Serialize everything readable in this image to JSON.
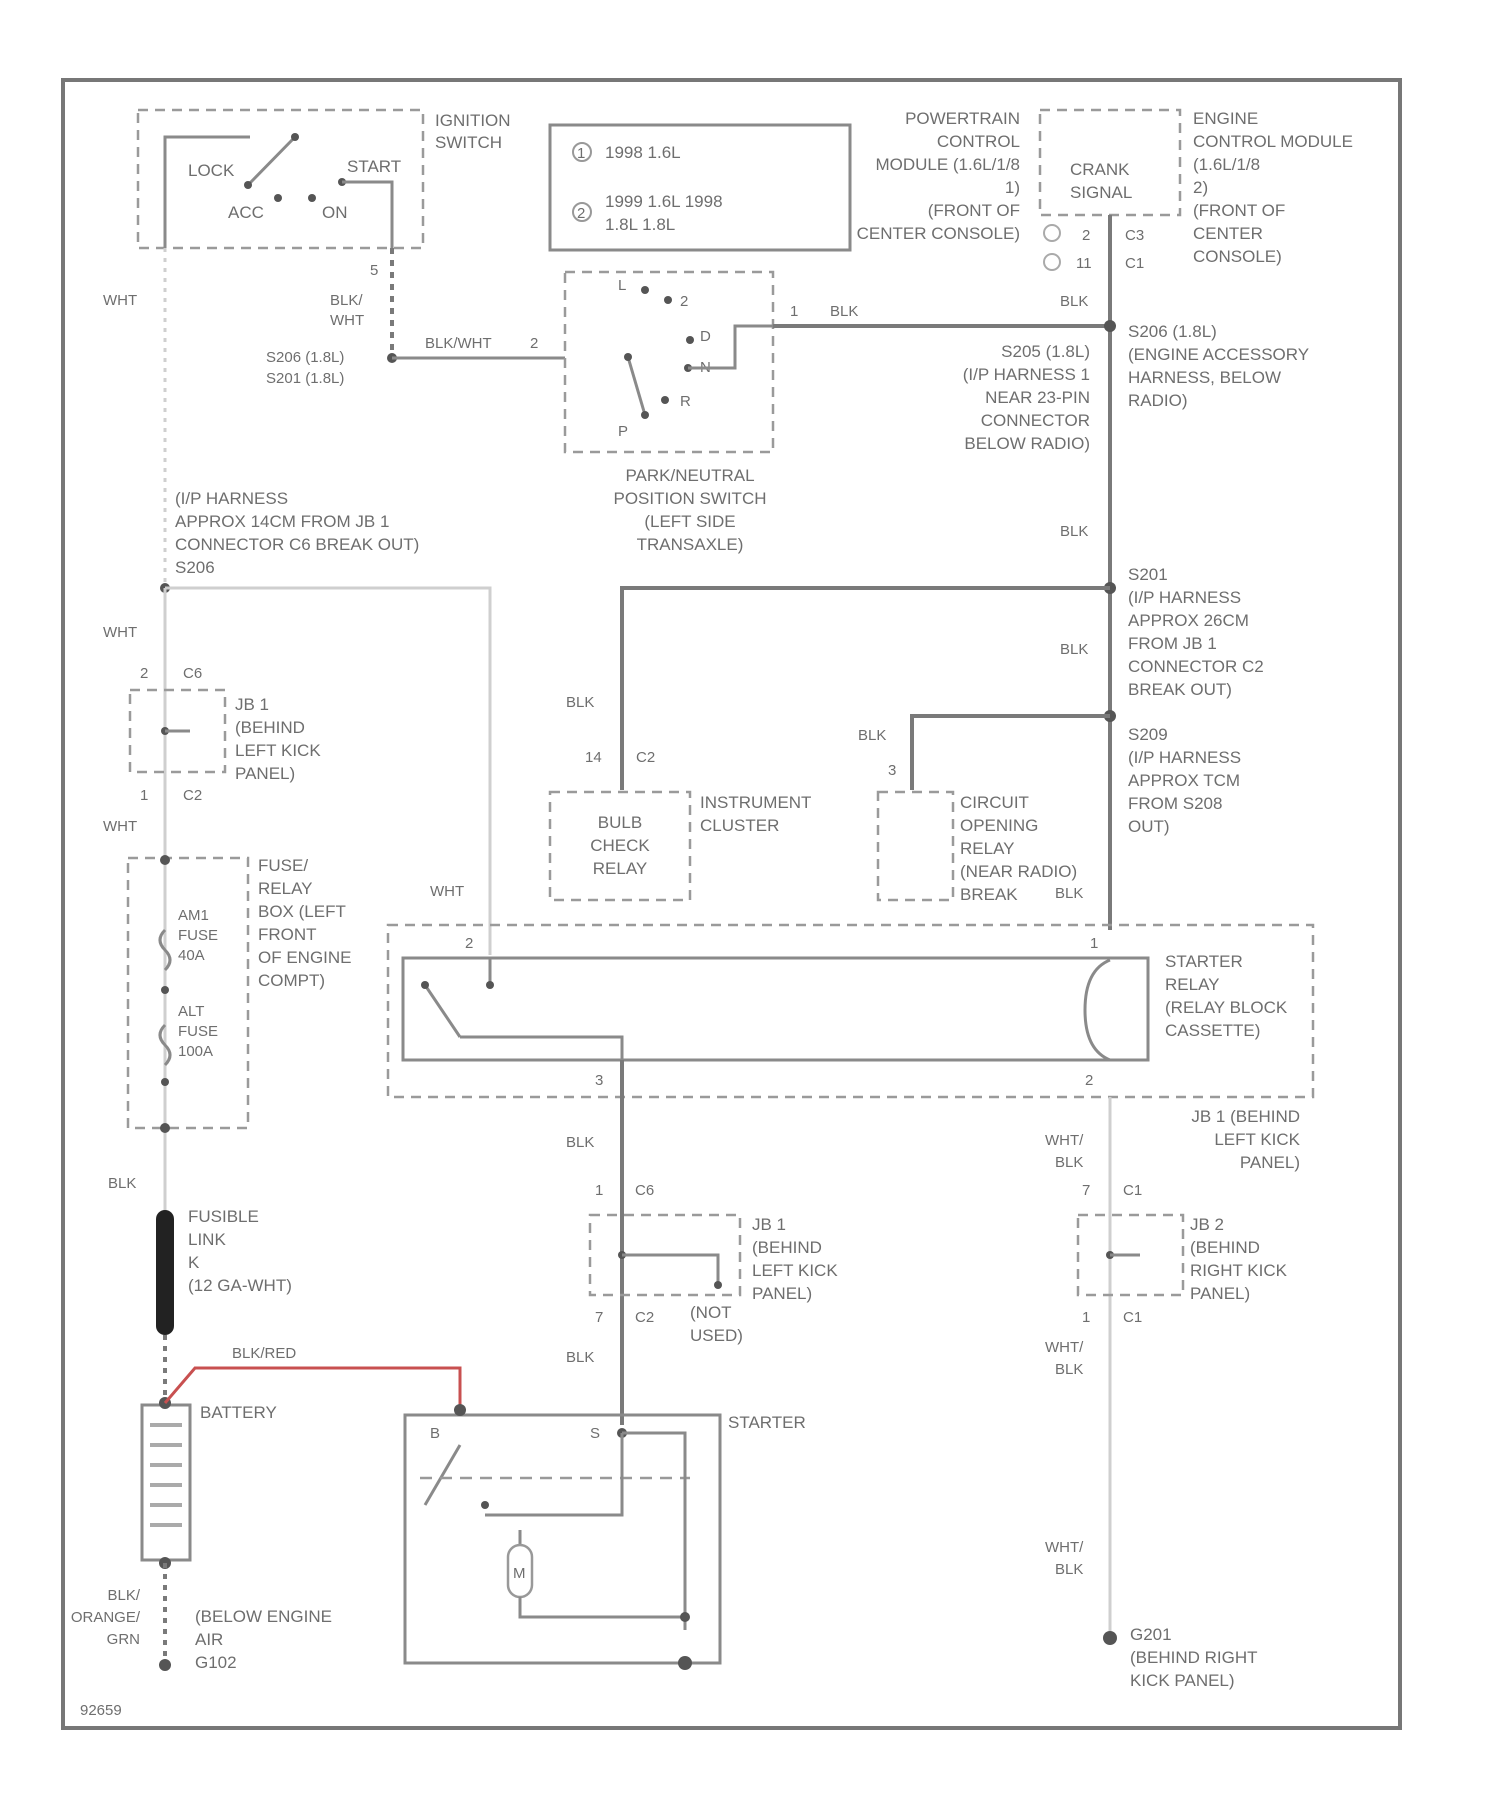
{
  "figure_id": "92659",
  "ignition_switch": {
    "title": [
      "IGNITION",
      "SWITCH"
    ],
    "pos_lock": "LOCK",
    "pos_acc": "ACC",
    "pos_on": "ON",
    "pos_start": "START",
    "pin": "5",
    "wire_in": "WHT",
    "wire_out": [
      "BLK/",
      "WHT"
    ],
    "splice": [
      "S206 (1.8L)",
      "S201 (1.8L)"
    ]
  },
  "legend_box": {
    "line1": "1998 1.6L",
    "line2a": "1999 1.6L 1998",
    "line2b": "1.8L 1.8L",
    "mark1": "1",
    "mark2": "2"
  },
  "pcm": {
    "label": [
      "POWERTRAIN",
      "CONTROL",
      "MODULE (1.6L/1/8",
      "1)",
      "(FRONT OF",
      "CENTER CONSOLE)"
    ]
  },
  "ecm": {
    "label": [
      "ENGINE",
      "CONTROL MODULE",
      "(1.6L/1/8",
      "2)",
      "(FRONT OF",
      "CENTER",
      "CONSOLE)"
    ],
    "signal": [
      "CRANK",
      "SIGNAL"
    ],
    "pin1": "2",
    "conn1": "C3",
    "pin2": "11",
    "conn2": "C1"
  },
  "park_neutral": {
    "label": [
      "PARK/NEUTRAL",
      "POSITION SWITCH",
      "(LEFT SIDE",
      "TRANSAXLE)"
    ],
    "wire_in": "BLK/WHT",
    "pin_in": "2",
    "pin_out": "1",
    "wire_out": "BLK",
    "pos": [
      "L",
      "2",
      "D",
      "N",
      "R",
      "P"
    ]
  },
  "splices_right": {
    "s206_label": [
      "S206 (1.8L)",
      "(ENGINE ACCESSORY",
      "HARNESS, BELOW",
      "RADIO)"
    ],
    "s205_label": [
      "S205 (1.8L)",
      "(I/P HARNESS 1",
      "NEAR 23-PIN",
      "CONNECTOR",
      "BELOW RADIO)"
    ],
    "s201_label": [
      "S201",
      "(I/P HARNESS",
      "APPROX 26CM",
      "FROM JB 1",
      "CONNECTOR C2",
      "BREAK OUT)"
    ],
    "s209_label": [
      "S209",
      "(I/P HARNESS",
      "APPROX TCM",
      "FROM S208",
      "OUT)"
    ],
    "blk": "BLK"
  },
  "ip_harness_note": [
    "(I/P HARNESS",
    "APPROX 14CM FROM JB 1",
    "CONNECTOR C6 BREAK OUT)",
    "S206"
  ],
  "jb1_left": {
    "label": [
      "JB 1",
      "(BEHIND",
      "LEFT KICK",
      "PANEL)"
    ],
    "pin_top": "2",
    "conn_top": "C6",
    "pin_bot": "1",
    "conn_bot": "C2",
    "wire": "WHT"
  },
  "fuse_box": {
    "label": [
      "FUSE/",
      "RELAY",
      "BOX (LEFT",
      "FRONT",
      "OF ENGINE",
      "COMPT)"
    ],
    "fuse1": [
      "AM1",
      "FUSE",
      "40A"
    ],
    "fuse2": [
      "ALT",
      "FUSE",
      "100A"
    ],
    "wire": "WHT"
  },
  "instrument_cluster": {
    "label": [
      "INSTRUMENT",
      "CLUSTER"
    ],
    "relay": [
      "BULB",
      "CHECK",
      "RELAY"
    ],
    "pin": "14",
    "conn": "C2",
    "wire": "BLK"
  },
  "circuit_opening": {
    "label": [
      "CIRCUIT",
      "OPENING",
      "RELAY",
      "(NEAR RADIO)",
      "BREAK"
    ],
    "pin": "3",
    "wire": "BLK"
  },
  "starter_relay": {
    "label": [
      "STARTER",
      "RELAY",
      "(RELAY BLOCK",
      "CASSETTE)"
    ],
    "jb_label": [
      "JB 1 (BEHIND",
      "LEFT KICK",
      "PANEL)"
    ],
    "pin_tl": "2",
    "pin_tr": "1",
    "pin_bl": "3",
    "pin_br": "2",
    "wire_in": "WHT",
    "wire_blk": "BLK"
  },
  "fusible_link": {
    "label": [
      "FUSIBLE",
      "LINK",
      "K",
      "(12 GA-WHT)"
    ],
    "wire": "BLK"
  },
  "jb1_mid": {
    "label": [
      "JB 1",
      "(BEHIND",
      "LEFT KICK",
      "PANEL)"
    ],
    "pin_top": "1",
    "conn_top": "C6",
    "pin_bot": "7",
    "conn_bot": "C2",
    "not_used": [
      "(NOT",
      "USED)"
    ],
    "wire": "BLK"
  },
  "jb2": {
    "label": [
      "JB 2",
      "(BEHIND",
      "RIGHT KICK",
      "PANEL)"
    ],
    "pin_top": "7",
    "conn_top": "C1",
    "pin_bot": "1",
    "conn_bot": "C1",
    "wire_top": [
      "WHT/",
      "BLK"
    ],
    "wire_bot": [
      "WHT/",
      "BLK"
    ]
  },
  "battery": {
    "label": "BATTERY",
    "cable": "BLK/RED",
    "ground_wire": [
      "BLK/",
      "ORANGE/",
      "GRN"
    ],
    "ground": [
      "(BELOW ENGINE",
      "AIR",
      "G102"
    ]
  },
  "starter": {
    "label": "STARTER",
    "pin_b": "B",
    "pin_s": "S",
    "motor": "M"
  },
  "ground_right": {
    "label": [
      "G201",
      "(BEHIND RIGHT",
      "KICK PANEL)"
    ],
    "wire": [
      "WHT/",
      "BLK"
    ]
  }
}
